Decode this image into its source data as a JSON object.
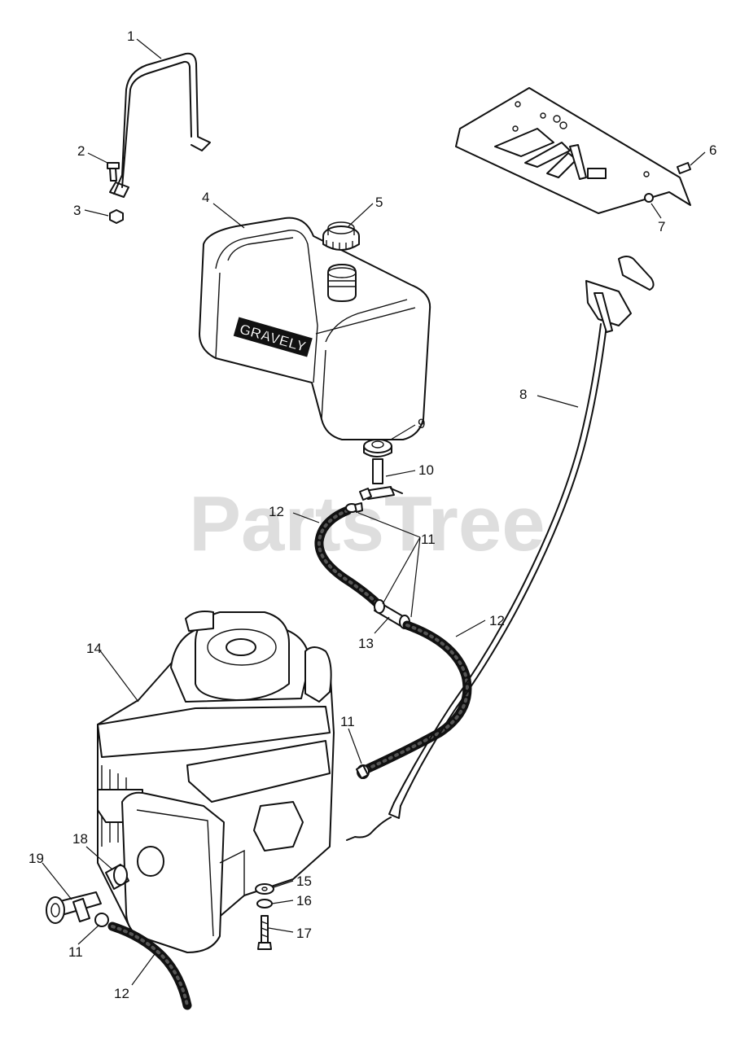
{
  "watermark": "PartsTree",
  "tank_brand": "GRAVELY",
  "callouts": {
    "c1": "1",
    "c2": "2",
    "c3": "3",
    "c4": "4",
    "c5": "5",
    "c6": "6",
    "c7": "7",
    "c8": "8",
    "c9": "9",
    "c10": "10",
    "c11a": "11",
    "c11b": "11",
    "c11c": "11",
    "c12a": "12",
    "c12b": "12",
    "c12c": "12",
    "c13": "13",
    "c14": "14",
    "c15": "15",
    "c16": "16",
    "c17": "17",
    "c18": "18",
    "c19": "19"
  }
}
